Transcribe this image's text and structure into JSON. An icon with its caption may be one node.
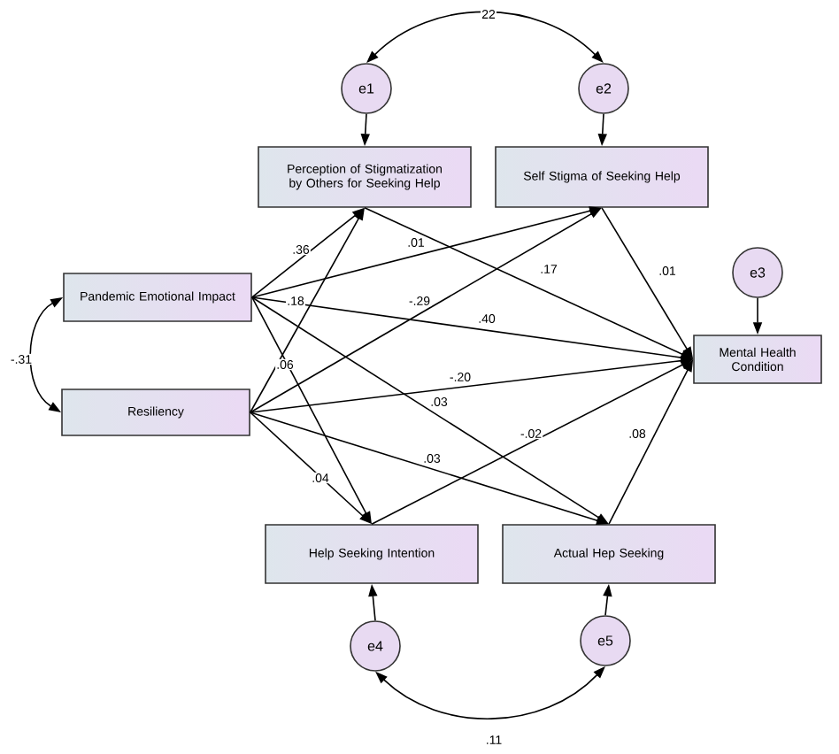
{
  "diagram": {
    "nodes": [
      {
        "text": [
          "Pandemic Emotional Impact"
        ]
      },
      {
        "text": [
          "Resiliency"
        ]
      },
      {
        "text": [
          "Perception of Stigmatization by Others for Seeking Help"
        ]
      },
      {
        "text": [
          "Self Stigma of Seeking Help"
        ]
      },
      {
        "text": [
          "Mental Health Condition"
        ]
      },
      {
        "text": [
          "Help Seeking Intention"
        ]
      },
      {
        "text": [
          "Actual Hep Seeking"
        ]
      },
      {
        "text": [
          "e1"
        ]
      },
      {
        "text": [
          "e2"
        ]
      },
      {
        "text": [
          "e3"
        ]
      },
      {
        "text": [
          "e4"
        ]
      },
      {
        "text": [
          "e5"
        ]
      }
    ],
    "edges": [
      {
        "from": 7,
        "to": 2,
        "arrow": "to"
      },
      {
        "from": 8,
        "to": 3,
        "arrow": "to"
      },
      {
        "from": 9,
        "to": 4,
        "arrow": "to"
      },
      {
        "from": 10,
        "to": 5,
        "arrow": "to"
      },
      {
        "from": 11,
        "to": 6,
        "arrow": "to"
      },
      {
        "from": 7,
        "to": 8,
        "arrow": "both",
        "label": "22"
      },
      {
        "from": 0,
        "to": 1,
        "arrow": "both",
        "label": "-.31"
      },
      {
        "from": 10,
        "to": 11,
        "arrow": "both",
        "label": ".11"
      },
      {
        "from": 0,
        "to": 2,
        "arrow": "to",
        "label": ".36"
      },
      {
        "from": 0,
        "to": 3,
        "arrow": "to",
        "label": ".01"
      },
      {
        "from": 0,
        "to": 4,
        "arrow": "to",
        "label": ".40"
      },
      {
        "from": 0,
        "to": 5,
        "arrow": "to",
        "label": ".06"
      },
      {
        "from": 0,
        "to": 6,
        "arrow": "to",
        "label": ".03"
      },
      {
        "from": 1,
        "to": 2,
        "arrow": "to",
        "label": ".18"
      },
      {
        "from": 1,
        "to": 3,
        "arrow": "to",
        "label": "-.29"
      },
      {
        "from": 1,
        "to": 4,
        "arrow": "to",
        "label": "-.20"
      },
      {
        "from": 1,
        "to": 5,
        "arrow": "to",
        "label": ".04"
      },
      {
        "from": 1,
        "to": 6,
        "arrow": "to",
        "label": ".03"
      },
      {
        "from": 2,
        "to": 4,
        "arrow": "to",
        "label": ".17"
      },
      {
        "from": 3,
        "to": 4,
        "arrow": "to",
        "label": ".01"
      },
      {
        "from": 5,
        "to": 4,
        "arrow": "to",
        "label": "-.02"
      },
      {
        "from": 6,
        "to": 4,
        "arrow": "to",
        "label": ".08"
      }
    ]
  }
}
